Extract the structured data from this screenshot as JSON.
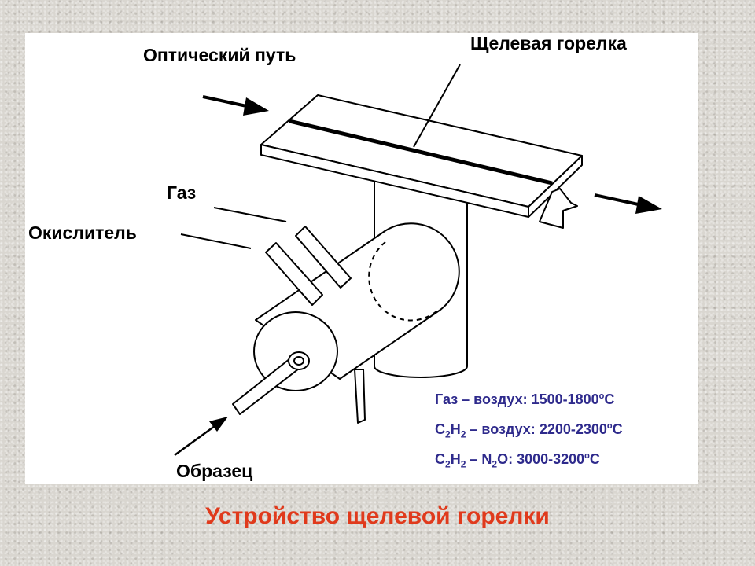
{
  "slide": {
    "title": "Устройство щелевой горелки"
  },
  "labels": {
    "optical_path": "Оптический путь",
    "slot_burner": "Щелевая горелка",
    "gas": "Газ",
    "oxidizer": "Окислитель",
    "sample": "Образец"
  },
  "temperatures": {
    "gas_air": {
      "prefix": "Газ – воздух: ",
      "value": "1500-1800",
      "deg": "о",
      "unit": "С"
    },
    "c2h2_air": {
      "c": "С",
      "s1": "2",
      "h": "Н",
      "s2": "2",
      "rest": " – воздух: ",
      "value": "2200-2300",
      "deg": "о",
      "unit": "С"
    },
    "c2h2_n2o": {
      "c": "С",
      "s1": "2",
      "h": "Н",
      "s2": "2",
      "mid": " – N",
      "s3": "2",
      "rest": "O: ",
      "value": "3000-3200",
      "deg": "о",
      "unit": "С"
    }
  },
  "colors": {
    "title": "#e03a1c",
    "temperature_text": "#2e2a8c",
    "line": "#000000"
  }
}
